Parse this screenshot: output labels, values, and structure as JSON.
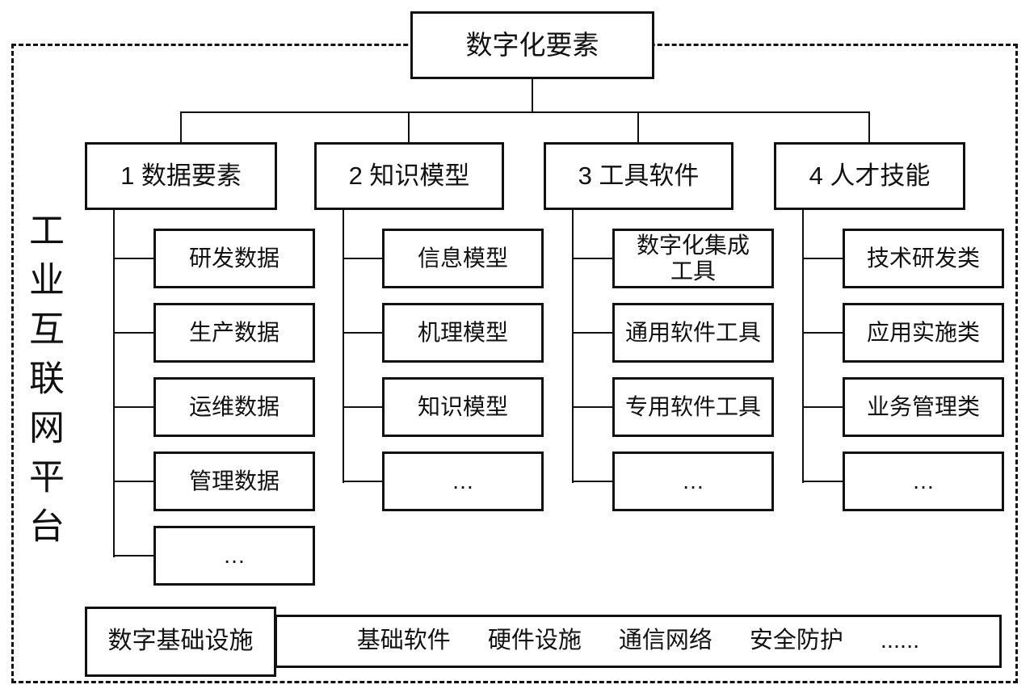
{
  "root": {
    "label": "数字化要素"
  },
  "platform": {
    "label_vertical": "工业互联网平台"
  },
  "columns": [
    {
      "header": "1 数据要素",
      "items": [
        "研发数据",
        "生产数据",
        "运维数据",
        "管理数据",
        "…"
      ]
    },
    {
      "header": "2 知识模型",
      "items": [
        "信息模型",
        "机理模型",
        "知识模型",
        "…"
      ]
    },
    {
      "header": "3 工具软件",
      "items": [
        "数字化集成\n工具",
        "通用软件工具",
        "专用软件工具",
        "…"
      ]
    },
    {
      "header": "4 人才技能",
      "items": [
        "技术研发类",
        "应用实施类",
        "业务管理类",
        "…"
      ]
    }
  ],
  "infrastructure": {
    "label": "数字基础设施",
    "items": [
      "基础软件",
      "硬件设施",
      "通信网络",
      "安全防护",
      "......"
    ]
  },
  "colors": {
    "line": "#111111",
    "background": "#ffffff"
  }
}
